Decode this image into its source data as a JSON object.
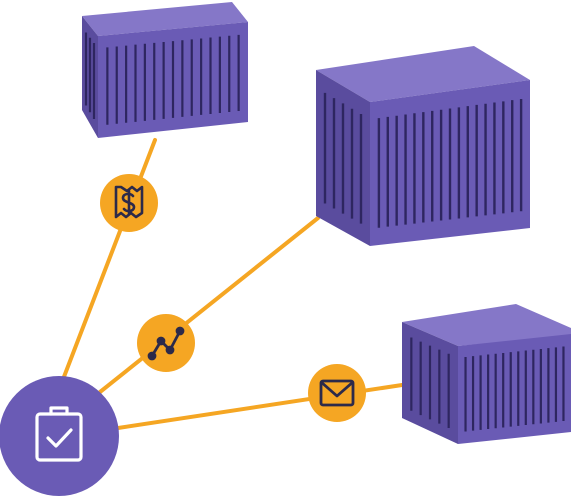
{
  "colors": {
    "line": "#F5A623",
    "badge": "#F5A623",
    "badge_icon": "#2C2A4A",
    "container_front": "#6A5BB5",
    "container_top": "#8577C8",
    "container_side": "#5A4C9E",
    "container_ribs": "#2E2660",
    "hub_fill": "#6A5BB5",
    "hub_icon": "#FFFFFF"
  },
  "hub": {
    "icon": "clipboard-check-icon"
  },
  "containers": [
    {
      "name": "container-top-left"
    },
    {
      "name": "container-top-right"
    },
    {
      "name": "container-bottom-right"
    }
  ],
  "connectors": [
    {
      "name": "connector-receipt",
      "icon": "receipt-dollar-icon"
    },
    {
      "name": "connector-chart",
      "icon": "line-chart-icon"
    },
    {
      "name": "connector-mail",
      "icon": "envelope-icon"
    }
  ]
}
